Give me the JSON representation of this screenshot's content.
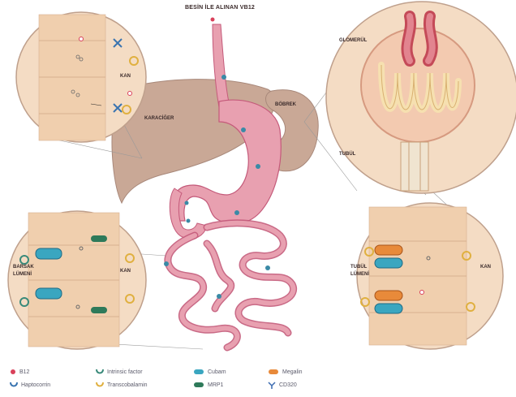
{
  "title": "BESİN İLE ALINAN VB12",
  "labels": {
    "liver": "KARACİĞER",
    "kidney": "BÖBREK",
    "glomerule": "GLOMERÜL",
    "tubule": "TUBÜL",
    "blood_liver": "KAN",
    "blood_intestine": "KAN",
    "blood_kidney": "KAN",
    "intestinal_lumen": "BARSAK LÜMENİ",
    "tubular_lumen": "TUBÜL LÜMENİ"
  },
  "legend": [
    {
      "icon": "b12-dot-icon",
      "label": "B12",
      "color": "#d9405a"
    },
    {
      "icon": "intrinsic-factor-icon",
      "label": "Intrinsic factor",
      "color": "#3a8a7a"
    },
    {
      "icon": "cubam-icon",
      "label": "Cubam",
      "color": "#3aa6c0"
    },
    {
      "icon": "megalin-icon",
      "label": "Megalin",
      "color": "#e88a3a"
    },
    {
      "icon": "haptocorrin-icon",
      "label": "Haptocorrin",
      "color": "#3a74b0"
    },
    {
      "icon": "transcobalamin-icon",
      "label": "Transcobalamin",
      "color": "#e0b040"
    },
    {
      "icon": "mrp1-icon",
      "label": "MRP1",
      "color": "#2e7a5a"
    },
    {
      "icon": "cd320-icon",
      "label": "CD320",
      "color": "#3a6ab0"
    }
  ],
  "colors": {
    "tissue": "#f4dcc4",
    "organ": "#c9a896",
    "gut": "#e8a0b0",
    "gut_dark": "#c45a7a"
  }
}
